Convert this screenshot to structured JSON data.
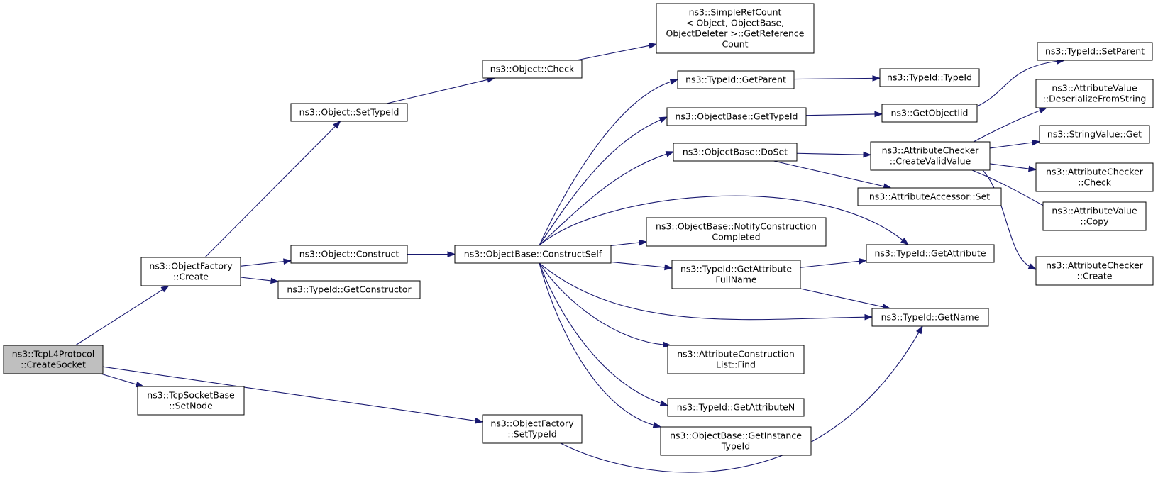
{
  "graph": {
    "nodes": [
      {
        "id": "n1",
        "lines": [
          "ns3::TcpL4Protocol",
          "::CreateSocket"
        ],
        "root": true
      },
      {
        "id": "n2",
        "lines": [
          "ns3::ObjectFactory",
          "::Create"
        ]
      },
      {
        "id": "n3",
        "lines": [
          "ns3::TcpSocketBase",
          "::SetNode"
        ]
      },
      {
        "id": "n4",
        "lines": [
          "ns3::ObjectFactory",
          "::SetTypeId"
        ]
      },
      {
        "id": "n5",
        "lines": [
          "ns3::Object::SetTypeId"
        ]
      },
      {
        "id": "n6",
        "lines": [
          "ns3::Object::Construct"
        ]
      },
      {
        "id": "n7",
        "lines": [
          "ns3::TypeId::GetConstructor"
        ]
      },
      {
        "id": "n8",
        "lines": [
          "ns3::Object::Check"
        ]
      },
      {
        "id": "n9",
        "lines": [
          "ns3::SimpleRefCount",
          "< Object, ObjectBase,",
          "ObjectDeleter >::GetReference",
          "Count"
        ]
      },
      {
        "id": "n10",
        "lines": [
          "ns3::ObjectBase::ConstructSelf"
        ]
      },
      {
        "id": "n11",
        "lines": [
          "ns3::TypeId::GetParent"
        ]
      },
      {
        "id": "n12",
        "lines": [
          "ns3::ObjectBase::GetTypeId"
        ]
      },
      {
        "id": "n13",
        "lines": [
          "ns3::ObjectBase::DoSet"
        ]
      },
      {
        "id": "n14",
        "lines": [
          "ns3::ObjectBase::NotifyConstruction",
          "Completed"
        ]
      },
      {
        "id": "n15",
        "lines": [
          "ns3::TypeId::GetAttribute",
          "FullName"
        ]
      },
      {
        "id": "n16",
        "lines": [
          "ns3::AttributeConstruction",
          "List::Find"
        ]
      },
      {
        "id": "n17",
        "lines": [
          "ns3::TypeId::GetAttributeN"
        ]
      },
      {
        "id": "n18",
        "lines": [
          "ns3::ObjectBase::GetInstance",
          "TypeId"
        ]
      },
      {
        "id": "n19",
        "lines": [
          "ns3::TypeId::TypeId"
        ]
      },
      {
        "id": "n20",
        "lines": [
          "ns3::GetObjectIid"
        ]
      },
      {
        "id": "n21",
        "lines": [
          "ns3::AttributeChecker",
          "::CreateValidValue"
        ]
      },
      {
        "id": "n22",
        "lines": [
          "ns3::AttributeAccessor::Set"
        ]
      },
      {
        "id": "n23",
        "lines": [
          "ns3::TypeId::GetAttribute"
        ]
      },
      {
        "id": "n24",
        "lines": [
          "ns3::TypeId::GetName"
        ]
      },
      {
        "id": "n25",
        "lines": [
          "ns3::TypeId::SetParent"
        ]
      },
      {
        "id": "n26",
        "lines": [
          "ns3::AttributeValue",
          "::DeserializeFromString"
        ]
      },
      {
        "id": "n27",
        "lines": [
          "ns3::StringValue::Get"
        ]
      },
      {
        "id": "n28",
        "lines": [
          "ns3::AttributeChecker",
          "::Check"
        ]
      },
      {
        "id": "n29",
        "lines": [
          "ns3::AttributeValue",
          "::Copy"
        ]
      },
      {
        "id": "n30",
        "lines": [
          "ns3::AttributeChecker",
          "::Create"
        ]
      }
    ],
    "edges": [
      {
        "from": "n1",
        "to": "n2"
      },
      {
        "from": "n1",
        "to": "n3"
      },
      {
        "from": "n1",
        "to": "n4"
      },
      {
        "from": "n2",
        "to": "n5"
      },
      {
        "from": "n2",
        "to": "n6"
      },
      {
        "from": "n2",
        "to": "n7"
      },
      {
        "from": "n5",
        "to": "n8"
      },
      {
        "from": "n8",
        "to": "n9"
      },
      {
        "from": "n6",
        "to": "n10"
      },
      {
        "from": "n4",
        "to": "n24"
      },
      {
        "from": "n10",
        "to": "n11"
      },
      {
        "from": "n10",
        "to": "n12"
      },
      {
        "from": "n10",
        "to": "n13"
      },
      {
        "from": "n10",
        "to": "n23"
      },
      {
        "from": "n10",
        "to": "n14"
      },
      {
        "from": "n10",
        "to": "n15"
      },
      {
        "from": "n10",
        "to": "n24"
      },
      {
        "from": "n10",
        "to": "n16"
      },
      {
        "from": "n10",
        "to": "n17"
      },
      {
        "from": "n10",
        "to": "n18"
      },
      {
        "from": "n11",
        "to": "n19"
      },
      {
        "from": "n12",
        "to": "n20"
      },
      {
        "from": "n20",
        "to": "n25"
      },
      {
        "from": "n13",
        "to": "n21"
      },
      {
        "from": "n13",
        "to": "n22"
      },
      {
        "from": "n15",
        "to": "n23"
      },
      {
        "from": "n15",
        "to": "n24"
      },
      {
        "from": "n21",
        "to": "n26"
      },
      {
        "from": "n21",
        "to": "n27"
      },
      {
        "from": "n21",
        "to": "n28"
      },
      {
        "from": "n21",
        "to": "n29"
      },
      {
        "from": "n21",
        "to": "n30"
      }
    ]
  }
}
